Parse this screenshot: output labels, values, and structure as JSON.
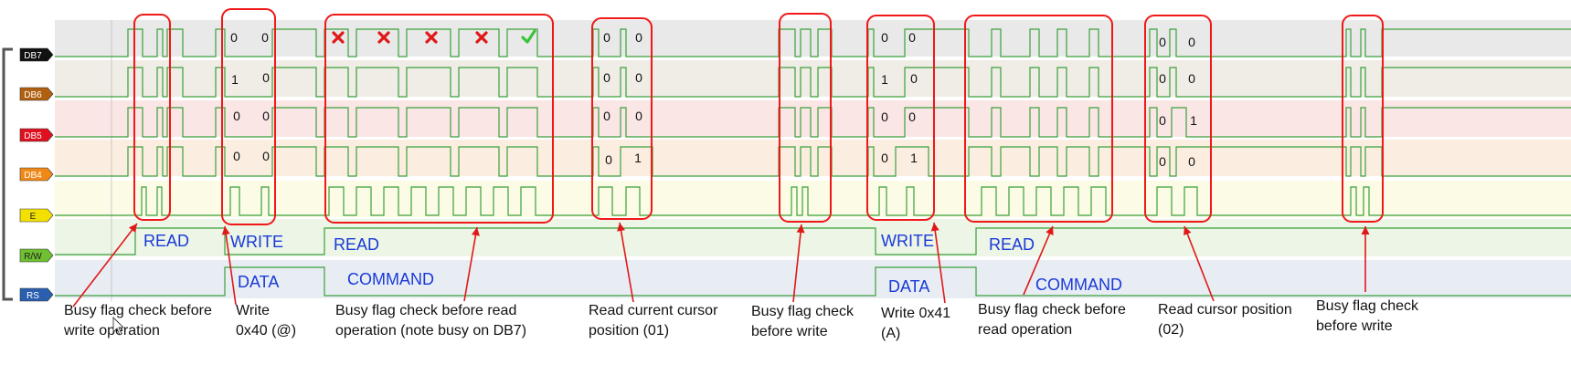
{
  "channels": [
    {
      "id": "db7",
      "label": "DB7",
      "color": "#111111",
      "band": "#e9e9e9"
    },
    {
      "id": "db6",
      "label": "DB6",
      "color": "#b06010",
      "band": "#f0ece6"
    },
    {
      "id": "db5",
      "label": "DB5",
      "color": "#e01020",
      "band": "#fbe6e6"
    },
    {
      "id": "db4",
      "label": "DB4",
      "color": "#f08818",
      "band": "#fbeee0"
    },
    {
      "id": "e",
      "label": "E",
      "color": "#f2e000",
      "band": "#fcfbe6"
    },
    {
      "id": "rw",
      "label": "R/W",
      "color": "#6ec030",
      "band": "#ecf5e6"
    },
    {
      "id": "rs",
      "label": "RS",
      "color": "#2a5fb0",
      "band": "#e8edf4"
    }
  ],
  "bit_values": [
    {
      "text": "0"
    },
    {
      "text": "0"
    },
    {
      "text": "1"
    },
    {
      "text": "0"
    },
    {
      "text": "0"
    },
    {
      "text": "0"
    },
    {
      "text": "0"
    },
    {
      "text": "0"
    },
    {
      "text": "0"
    },
    {
      "text": "0"
    },
    {
      "text": "0"
    },
    {
      "text": "0"
    },
    {
      "text": "0"
    },
    {
      "text": "0"
    },
    {
      "text": "0"
    },
    {
      "text": "1"
    },
    {
      "text": "0"
    },
    {
      "text": "0"
    },
    {
      "text": "1"
    },
    {
      "text": "0"
    },
    {
      "text": "0"
    },
    {
      "text": "0"
    },
    {
      "text": "0"
    },
    {
      "text": "1"
    },
    {
      "text": "0"
    },
    {
      "text": "0"
    },
    {
      "text": "0"
    },
    {
      "text": "0"
    },
    {
      "text": "0"
    },
    {
      "text": "1"
    },
    {
      "text": "0"
    },
    {
      "text": "0"
    }
  ],
  "rw_labels": [
    {
      "text": "READ"
    },
    {
      "text": "WRITE"
    },
    {
      "text": "READ"
    },
    {
      "text": "WRITE"
    },
    {
      "text": "READ"
    }
  ],
  "rs_labels": [
    {
      "text": "DATA"
    },
    {
      "text": "COMMAND"
    },
    {
      "text": "DATA"
    },
    {
      "text": "COMMAND"
    }
  ],
  "annotations": [
    {
      "lines": [
        "Busy flag check before",
        "write operation"
      ]
    },
    {
      "lines": [
        "Write",
        "0x40 (@)"
      ]
    },
    {
      "lines": [
        "Busy flag check before read",
        "operation (note busy on DB7)"
      ]
    },
    {
      "lines": [
        "Read current cursor",
        "position (01)"
      ]
    },
    {
      "lines": [
        "Busy flag check",
        "before write"
      ]
    },
    {
      "lines": [
        "Write 0x41",
        "(A)"
      ]
    },
    {
      "lines": [
        "Busy flag check before",
        "read operation"
      ]
    },
    {
      "lines": [
        "Read cursor position",
        "(02)"
      ]
    },
    {
      "lines": [
        "Busy flag check",
        "before write"
      ]
    }
  ],
  "status_marks": [
    "cross-icon",
    "cross-icon",
    "cross-icon",
    "cross-icon",
    "check-icon"
  ],
  "colors": {
    "signal_high": "#3aa13a",
    "signal_low": "#d02020",
    "highlight": "#f01818",
    "label_text": "#1a3ad8",
    "check": "#3ac23a"
  }
}
